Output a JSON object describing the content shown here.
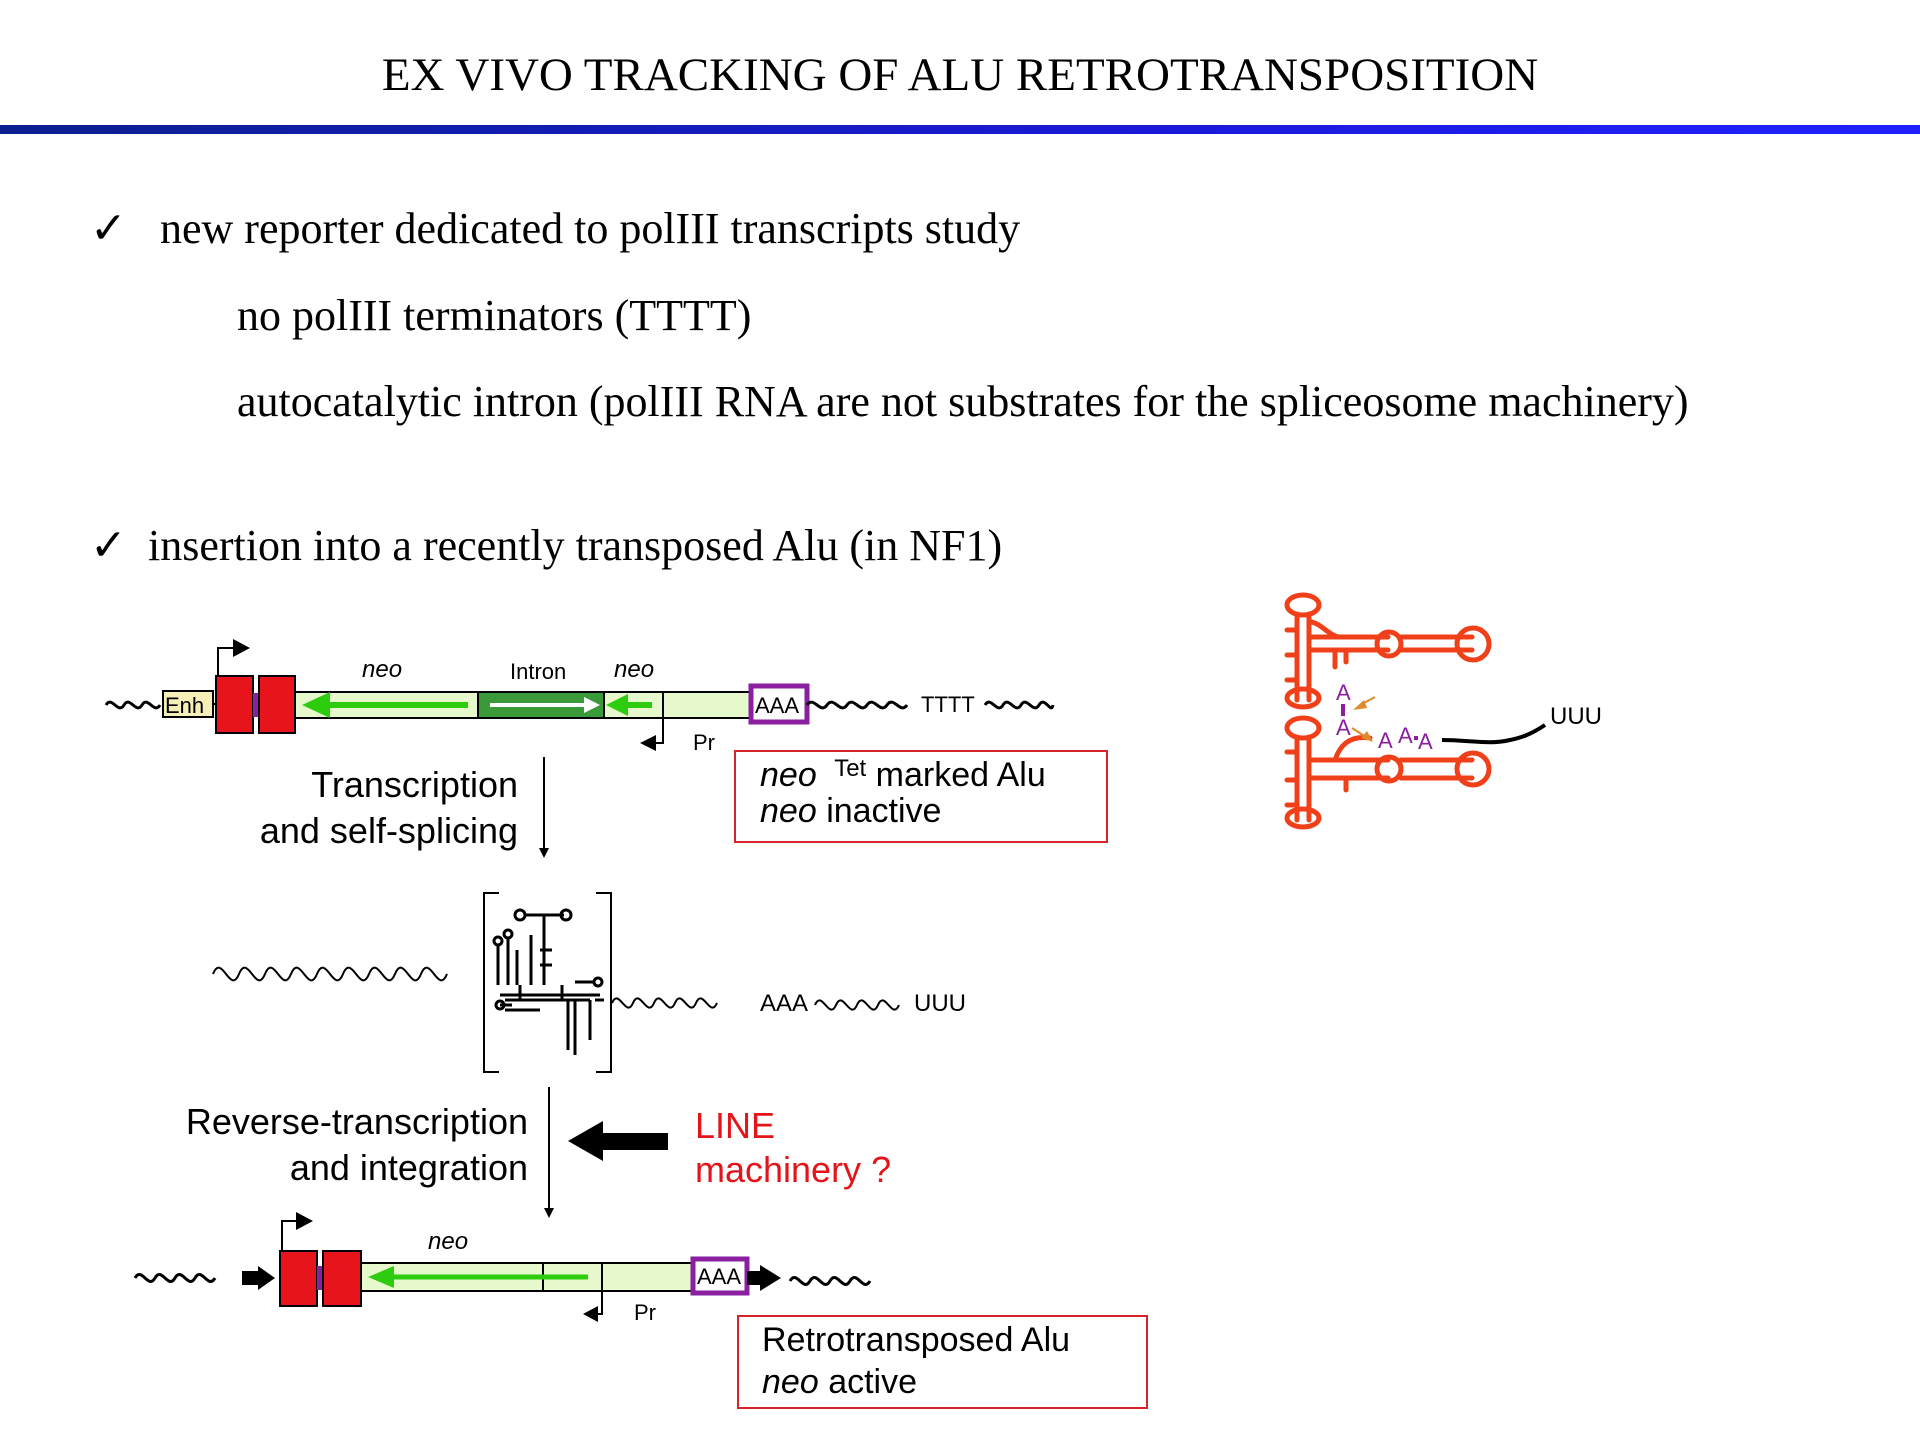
{
  "title": "EX VIVO TRACKING OF ALU RETROTRANSPOSITION",
  "bullets": [
    {
      "mark": "✓",
      "text": "new reporter dedicated to polIII transcripts study"
    },
    {
      "mark": "✓",
      "text": "insertion into a recently transposed Alu (in NF1)"
    }
  ],
  "subpoints": [
    "no polIII terminators (TTTT)",
    "autocatalytic intron (polIII RNA are not substrates for the spliceosome machinery)"
  ],
  "diagram": {
    "construct": {
      "enh": "Enh",
      "neo_left": "neo",
      "intron": "Intron",
      "neo_right": "neo",
      "aaa": "AAA",
      "tttt": "TTTT",
      "pr": "Pr"
    },
    "box1": {
      "neo": "neo",
      "sup": "Tet",
      "line1_rest": " marked Alu",
      "line2_rest": " inactive"
    },
    "step1": {
      "line1": "Transcription",
      "line2": "and self-splicing"
    },
    "rna": {
      "aaa": "AAA",
      "uuu": "UUU"
    },
    "step2": {
      "line1": "Reverse-transcription",
      "line2": "and integration"
    },
    "line_machinery": {
      "line1": "LINE",
      "line2": "machinery ?"
    },
    "product": {
      "neo": "neo",
      "aaa": "AAA",
      "pr": "Pr"
    },
    "box2": {
      "line1": "Retrotransposed Alu",
      "neo": "neo",
      "line2_rest": " active"
    },
    "alu_structure": {
      "a_labels": [
        "A",
        "A",
        "A",
        "A",
        "A"
      ],
      "uuu": "UUU"
    }
  },
  "colors": {
    "rule": "#1a1ad8",
    "red_block": "#e8141b",
    "green_arrow": "#2ecc0e",
    "intron_box": "#3a9a3a",
    "light_green": "#e6f9cc",
    "purple": "#8a1fa0",
    "alu_orange": "#f0401a",
    "box_border": "#d9232a",
    "line_red": "#e4141b",
    "enh_fill": "#f7efb8"
  }
}
